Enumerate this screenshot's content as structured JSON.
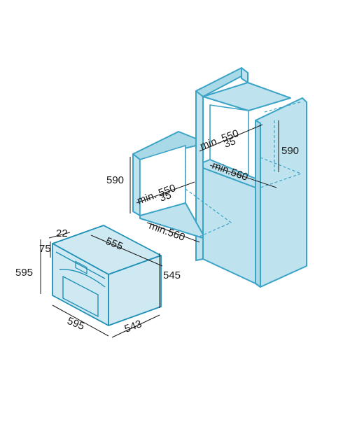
{
  "colors": {
    "cabinet": "#bfe3ee",
    "outline": "#3aa3c6",
    "oven": "#cfe9f2",
    "text": "#1a1a1a"
  },
  "tall_cabinet": {
    "depth_min": "min. 550",
    "gap": "35",
    "height": "590",
    "width_min": "min.560"
  },
  "low_cabinet": {
    "height": "590",
    "depth_min": "min. 550",
    "gap": "35",
    "width_min": "min.560"
  },
  "oven": {
    "panel": "22",
    "trim": "75",
    "depth": "555",
    "height_front": "595",
    "height_body": "545",
    "width": "595",
    "depth_body": "543"
  }
}
